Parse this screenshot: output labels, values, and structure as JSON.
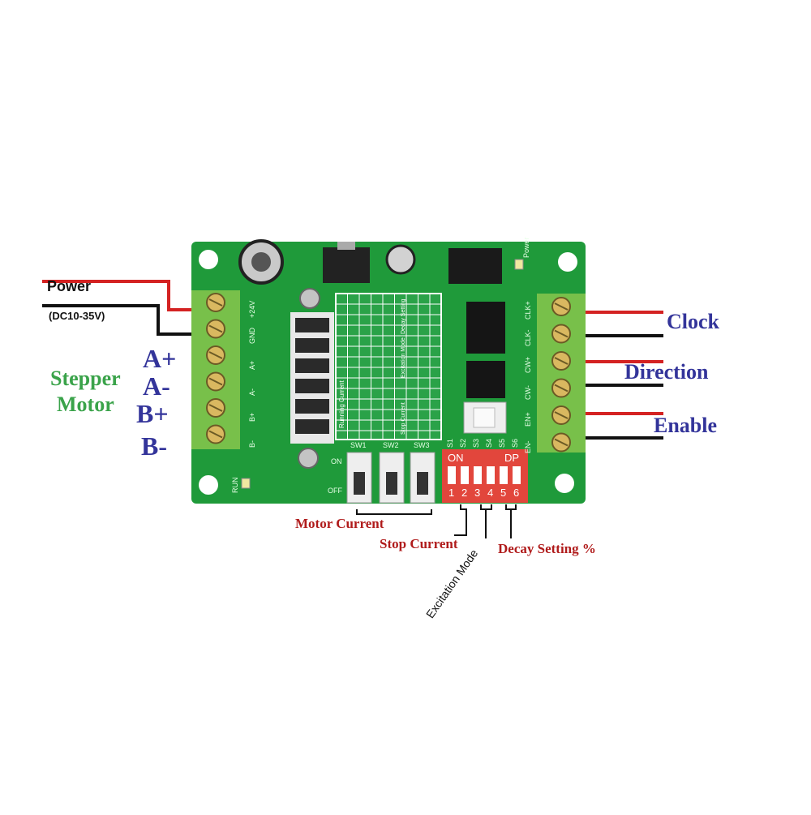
{
  "colors": {
    "pcb_green": "#1f9a3a",
    "terminal_green": "#78c04a",
    "dip_red": "#e2463c",
    "wire_red": "#d42222",
    "wire_black": "#111111",
    "label_blue": "#33349a",
    "label_green": "#3aa34a",
    "label_red": "#b01b1b"
  },
  "power": {
    "label": "Power",
    "spec": "(DC10-35V)"
  },
  "motor": {
    "label_line1": "Stepper",
    "label_line2": "Motor",
    "pins": [
      "A+",
      "A-",
      "B+",
      "B-"
    ]
  },
  "signals": {
    "clock": "Clock",
    "direction": "Direction",
    "enable": "Enable"
  },
  "board": {
    "left_terminal_labels": [
      "+24V",
      "GND",
      "A+",
      "A-",
      "B+",
      "B-"
    ],
    "right_terminal_labels": [
      "CLK+",
      "CLK-",
      "CW+",
      "CW-",
      "EN+",
      "EN-"
    ],
    "power_led_label": "Power",
    "run_led_label": "RUN",
    "slide_switch_labels": [
      "SW1",
      "SW2",
      "SW3"
    ],
    "slide_on": "ON",
    "slide_off": "OFF",
    "dip_top_labels": [
      "S1",
      "S2",
      "S3",
      "S4",
      "S5",
      "S6"
    ],
    "dip_on": "ON",
    "dip_dp": "DP",
    "dip_numbers": [
      "1",
      "2",
      "3",
      "4",
      "5",
      "6"
    ],
    "table_title_running": "Running Current",
    "table_title_excitation": "Excitation Mode",
    "table_title_decay": "Decay Setting",
    "table_title_stop": "Stop Current"
  },
  "annotations": {
    "motor_current": "Motor Current",
    "stop_current": "Stop Current",
    "excitation_mode": "Excitation Mode",
    "decay_setting": "Decay Setting  %"
  }
}
